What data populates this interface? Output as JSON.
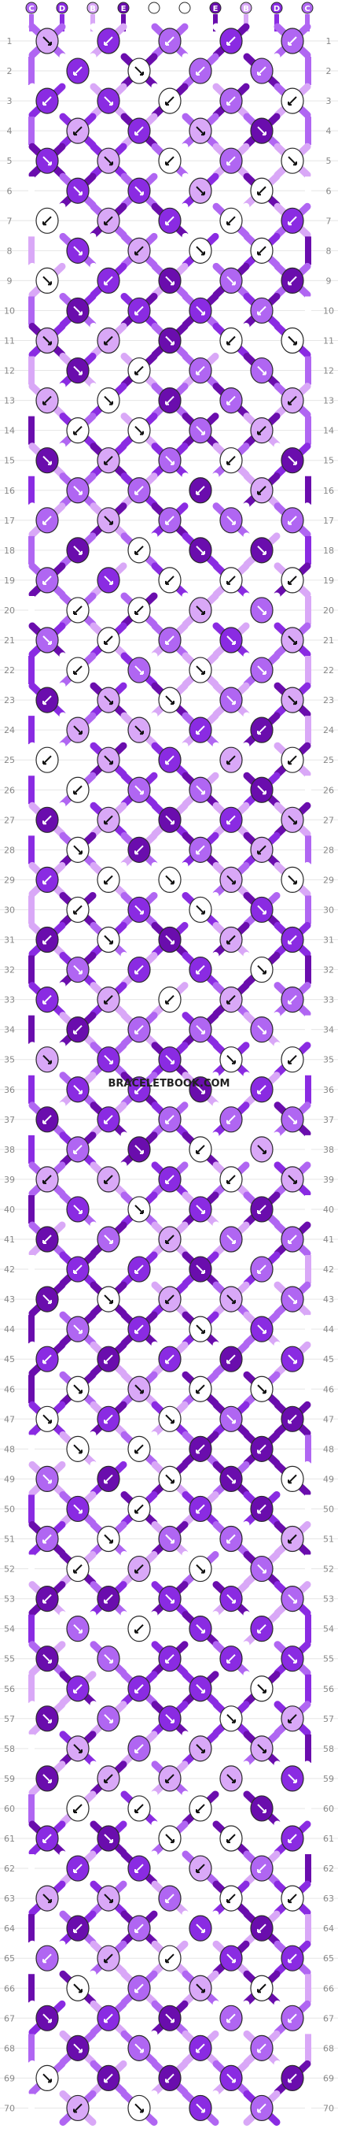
{
  "watermark": "BRACELETBOOK.COM",
  "strands": [
    "C",
    "D",
    "B",
    "E",
    "A",
    "A",
    "E",
    "B",
    "D",
    "C"
  ],
  "colors": {
    "A": "#ffffff",
    "B": "#d9a8f7",
    "C": "#b066f2",
    "D": "#8a2be2",
    "E": "#6a0dad",
    "outline": "#2a2a2a",
    "rule": "#e6e6e6"
  },
  "rows": [
    "1",
    "2",
    "3",
    "4",
    "5",
    "6",
    "7",
    "8",
    "9",
    "10",
    "11",
    "12",
    "13",
    "14",
    "15",
    "16",
    "17",
    "18",
    "19",
    "20",
    "21",
    "22",
    "23",
    "24",
    "25",
    "26",
    "27",
    "28",
    "29",
    "30",
    "31",
    "32",
    "33",
    "34",
    "35",
    "36",
    "37",
    "38",
    "39",
    "40",
    "41",
    "42",
    "43",
    "44",
    "45",
    "46",
    "47",
    "48",
    "49",
    "50",
    "51",
    "52",
    "53",
    "54",
    "55",
    "56",
    "57",
    "58",
    "59",
    "60",
    "61",
    "62",
    "63",
    "64",
    "65",
    "66",
    "67",
    "68",
    "69",
    "70"
  ],
  "knot_pattern_seed": 7
}
